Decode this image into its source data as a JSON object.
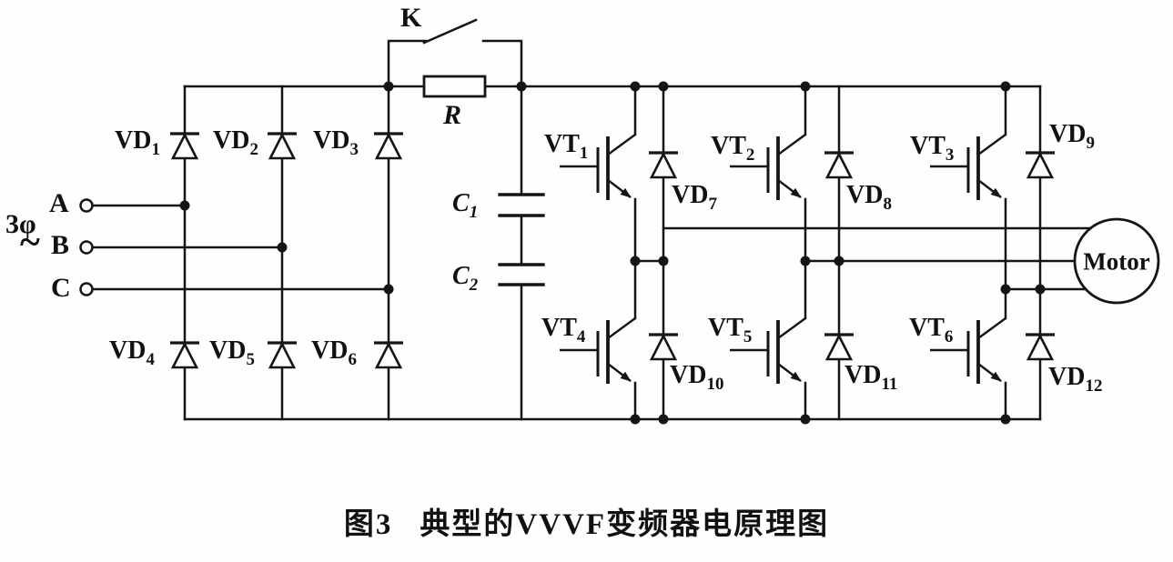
{
  "figure": {
    "caption_fig_no": "图3",
    "caption_title": "典型的VVVF变频器电原理图"
  },
  "source": {
    "system_label": "3φ",
    "ac_symbol": "~",
    "terminal_a": "A",
    "terminal_b": "B",
    "terminal_c": "C"
  },
  "rectifier": {
    "vd1": {
      "base": "VD",
      "sub": "1"
    },
    "vd2": {
      "base": "VD",
      "sub": "2"
    },
    "vd3": {
      "base": "VD",
      "sub": "3"
    },
    "vd4": {
      "base": "VD",
      "sub": "4"
    },
    "vd5": {
      "base": "VD",
      "sub": "5"
    },
    "vd6": {
      "base": "VD",
      "sub": "6"
    }
  },
  "brake": {
    "switch_label": "K",
    "resistor_label": "R"
  },
  "dc_link": {
    "c1": {
      "base": "C",
      "sub": "1"
    },
    "c2": {
      "base": "C",
      "sub": "2"
    }
  },
  "inverter": {
    "vt1": {
      "base": "VT",
      "sub": "1"
    },
    "vt2": {
      "base": "VT",
      "sub": "2"
    },
    "vt3": {
      "base": "VT",
      "sub": "3"
    },
    "vt4": {
      "base": "VT",
      "sub": "4"
    },
    "vt5": {
      "base": "VT",
      "sub": "5"
    },
    "vt6": {
      "base": "VT",
      "sub": "6"
    },
    "vd7": {
      "base": "VD",
      "sub": "7"
    },
    "vd8": {
      "base": "VD",
      "sub": "8"
    },
    "vd9": {
      "base": "VD",
      "sub": "9"
    },
    "vd10": {
      "base": "VD",
      "sub": "10"
    },
    "vd11": {
      "base": "VD",
      "sub": "11"
    },
    "vd12": {
      "base": "VD",
      "sub": "12"
    }
  },
  "load": {
    "motor_label": "Motor"
  }
}
